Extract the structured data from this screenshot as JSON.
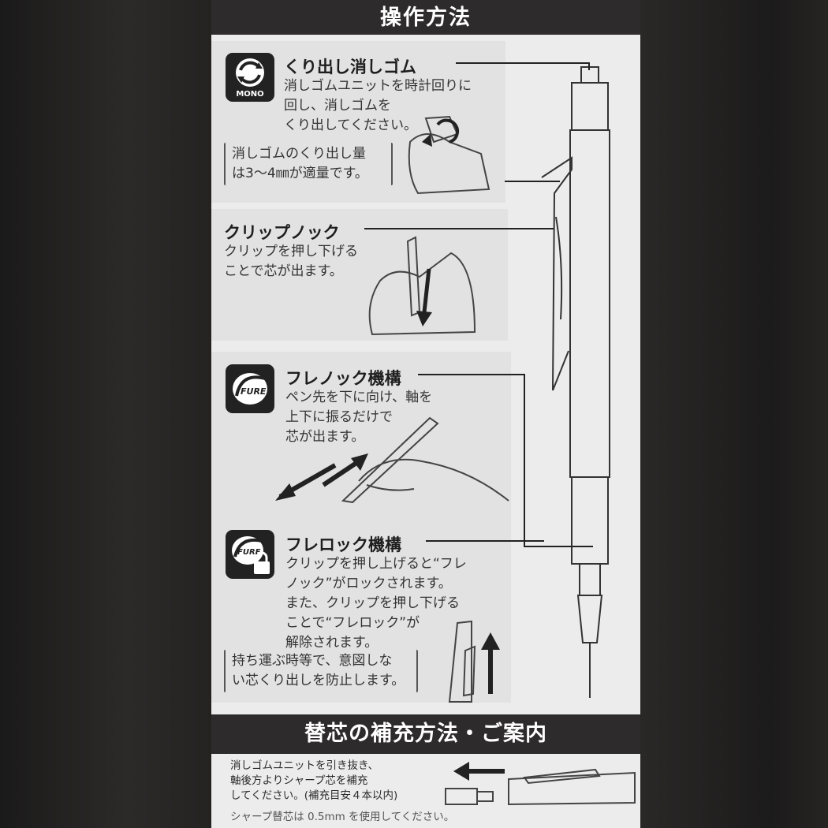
{
  "header": {
    "title": "操作方法"
  },
  "sections": {
    "eraser": {
      "title": "くり出し消しゴム",
      "lines": [
        "消しゴムユニットを時計回りに",
        "回し、消しゴムを",
        "くり出してください。"
      ],
      "note": [
        "消しゴムのくり出し量",
        "は3〜4㎜が適量です。"
      ],
      "logo_label": "MONO",
      "logo_icon": "mono-swirl-icon"
    },
    "clip_knock": {
      "title": "クリップノック",
      "lines": [
        "クリップを押し下げる",
        "ことで芯が出ます。"
      ]
    },
    "shake": {
      "title": "フレノック機構",
      "lines": [
        "ペン先を下に向け、軸を",
        "上下に振るだけで",
        "芯が出ます。"
      ],
      "logo_label": "FURE",
      "logo_icon": "fure-swirl-icon"
    },
    "lock": {
      "title": "フレロック機構",
      "lines": [
        "クリップを押し上げると“フレ",
        "ノック”がロックされます。",
        "また、クリップを押し下げる",
        "ことで“フレロック”が",
        "解除されます。"
      ],
      "note": [
        "持ち運ぶ時等で、意図しな",
        "い芯くり出しを防止します。"
      ],
      "logo_label": "FURE",
      "logo_icon": "fure-lock-icon"
    }
  },
  "refill": {
    "title": "替芯の補充方法・ご案内",
    "lines": [
      "消しゴムユニットを引き抜き、",
      "軸後方よりシャープ芯を補充",
      "してください。(補充目安４本以内)"
    ],
    "footer": "シャープ替芯は 0.5mm を使用してください。"
  },
  "colors": {
    "band": "#2d2b2b",
    "card": "#ececec",
    "panel": "#e2e2e2",
    "ink": "#222222"
  }
}
